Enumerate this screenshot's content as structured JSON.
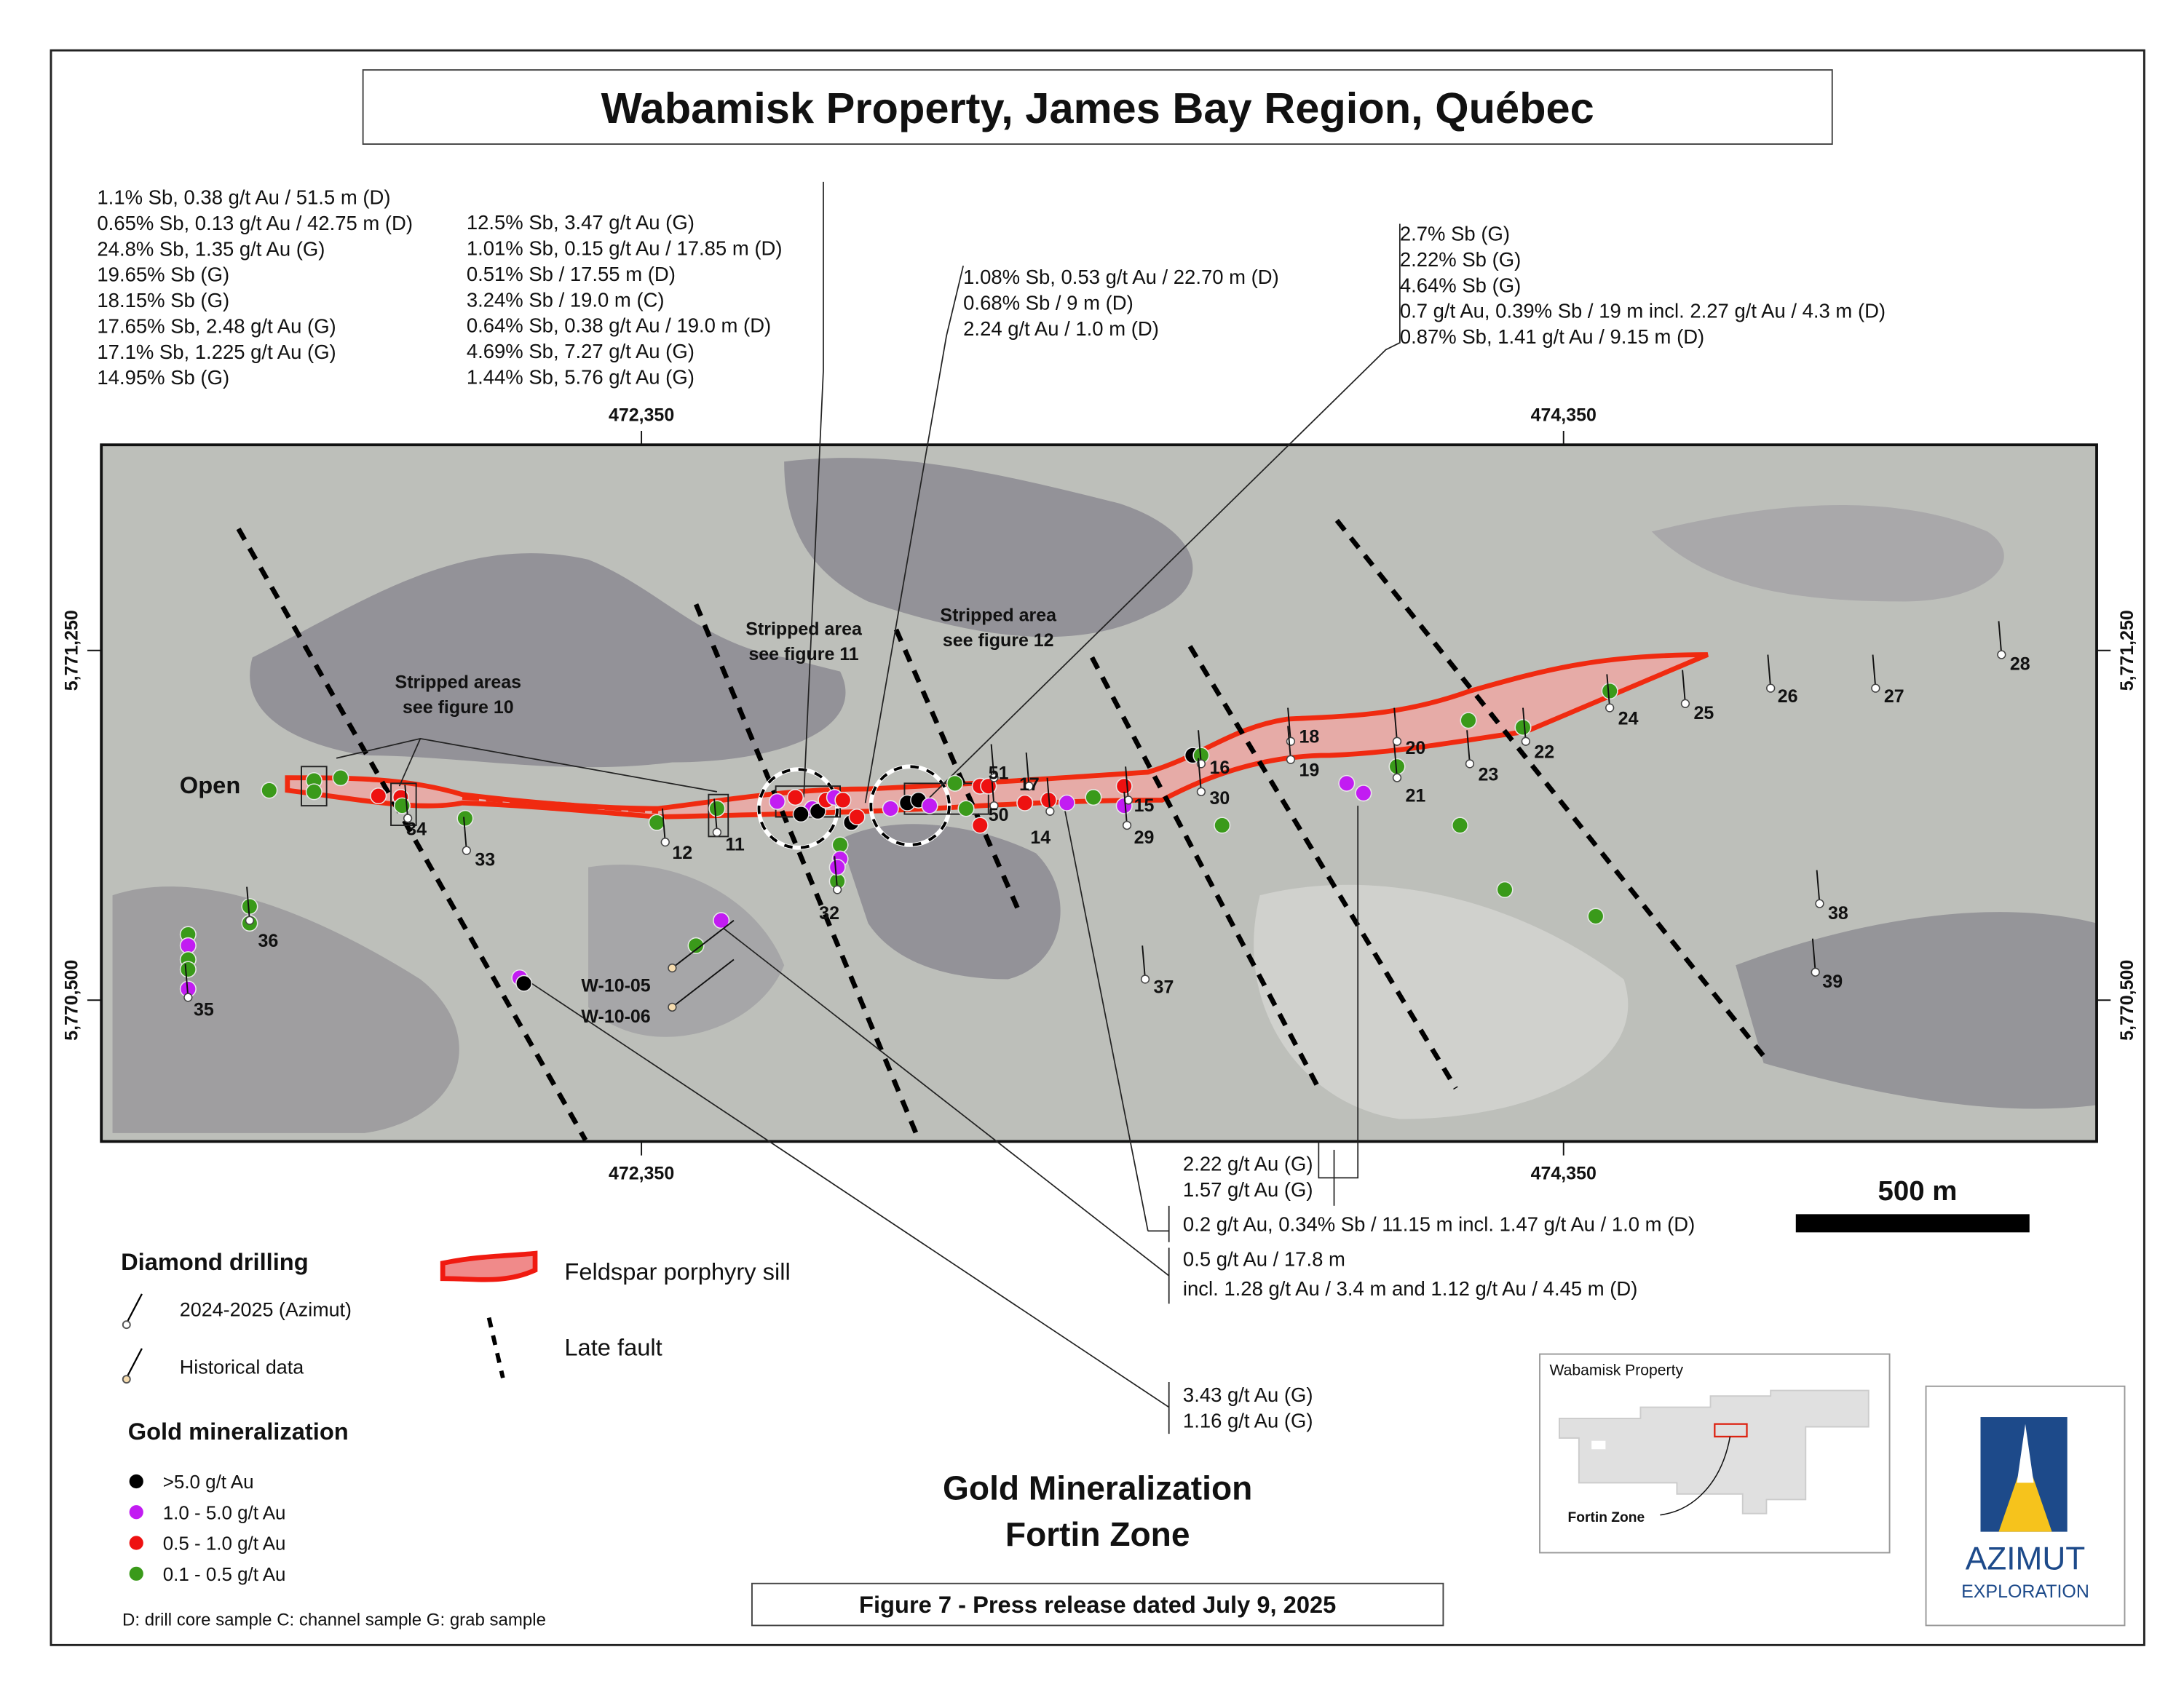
{
  "title": "Wabamisk Property, James Bay Region, Québec",
  "grid": {
    "easting_left": "472,350",
    "easting_right": "474,350",
    "northing_top": "5,771,250",
    "northing_bottom": "5,770,500"
  },
  "annotations": {
    "block1": [
      "1.1% Sb, 0.38 g/t Au / 51.5 m (D)",
      "0.65% Sb, 0.13 g/t Au / 42.75 m (D)",
      "24.8% Sb, 1.35 g/t Au  (G)",
      "19.65% Sb (G)",
      "18.15% Sb (G)",
      "17.65% Sb, 2.48 g/t Au (G)",
      "17.1% Sb, 1.225 g/t Au (G)",
      "14.95% Sb (G)"
    ],
    "block2": [
      "12.5% Sb, 3.47 g/t Au (G)",
      "1.01% Sb, 0.15 g/t Au / 17.85 m (D)",
      "0.51% Sb / 17.55 m (D)",
      "3.24% Sb / 19.0 m (C)",
      "0.64% Sb, 0.38 g/t Au / 19.0 m (D)",
      "4.69% Sb, 7.27 g/t Au (G)",
      "1.44% Sb, 5.76 g/t Au (G)"
    ],
    "block3": [
      "1.08% Sb, 0.53 g/t Au / 22.70 m (D)",
      "0.68% Sb / 9 m (D)",
      "2.24 g/t Au / 1.0 m (D)"
    ],
    "block4": [
      "2.7% Sb (G)",
      "2.22% Sb (G)",
      "4.64% Sb (G)",
      "0.7 g/t Au, 0.39% Sb / 19 m incl. 2.27 g/t Au / 4.3 m (D)",
      "0.87% Sb, 1.41 g/t Au / 9.15 m (D)"
    ],
    "block5": [
      "2.22 g/t Au (G)",
      "1.57 g/t Au (G)"
    ],
    "block6": [
      "0.2 g/t Au, 0.34% Sb / 11.15 m incl. 1.47 g/t Au / 1.0 m (D)"
    ],
    "block7": [
      "0.5 g/t Au / 17.8 m",
      "incl. 1.28 g/t Au / 3.4 m and 1.12 g/t Au / 4.45 m (D)"
    ],
    "block8": [
      "3.43 g/t Au (G)",
      "1.16 g/t Au (G)"
    ]
  },
  "map_labels": {
    "stripped10": [
      "Stripped areas",
      "see figure 10"
    ],
    "stripped11": [
      "Stripped area",
      "see figure 11"
    ],
    "stripped12": [
      "Stripped area",
      "see figure 12"
    ],
    "open": "Open",
    "holes": [
      "11",
      "12",
      "14",
      "15",
      "16",
      "17",
      "18",
      "19",
      "20",
      "21",
      "22",
      "23",
      "24",
      "25",
      "26",
      "27",
      "28",
      "29",
      "30",
      "32",
      "33",
      "34",
      "35",
      "36",
      "37",
      "38",
      "39",
      "50",
      "51",
      "W-10-05",
      "W-10-06"
    ]
  },
  "scale_bar": "500 m",
  "legend": {
    "drilling_title": "Diamond drilling",
    "drill_recent": "2024-2025 (Azimut)",
    "drill_historical": "Historical data",
    "sill": "Feldspar porphyry sill",
    "fault": "Late fault",
    "gold_title": "Gold mineralization",
    "gold_classes": [
      {
        "label": ">5.0 g/t Au",
        "color": "#000000"
      },
      {
        "label": "1.0 - 5.0 g/t Au",
        "color": "#c21cf2"
      },
      {
        "label": "0.5 - 1.0 g/t Au",
        "color": "#ee1111"
      },
      {
        "label": "0.1 - 0.5 g/t Au",
        "color": "#3a9a1a"
      }
    ],
    "footnote": "D: drill core sample   C: channel sample   G: grab sample"
  },
  "subtitle": [
    "Gold Mineralization",
    "Fortin Zone"
  ],
  "caption": "Figure 7 - Press release dated July 9, 2025",
  "inset": {
    "title": "Wabamisk Property",
    "label": "Fortin Zone"
  },
  "logo": {
    "name": "AZIMUT",
    "sub": "EXPLORATION",
    "blue": "#1d4a8a",
    "yellow": "#f6c31c"
  }
}
